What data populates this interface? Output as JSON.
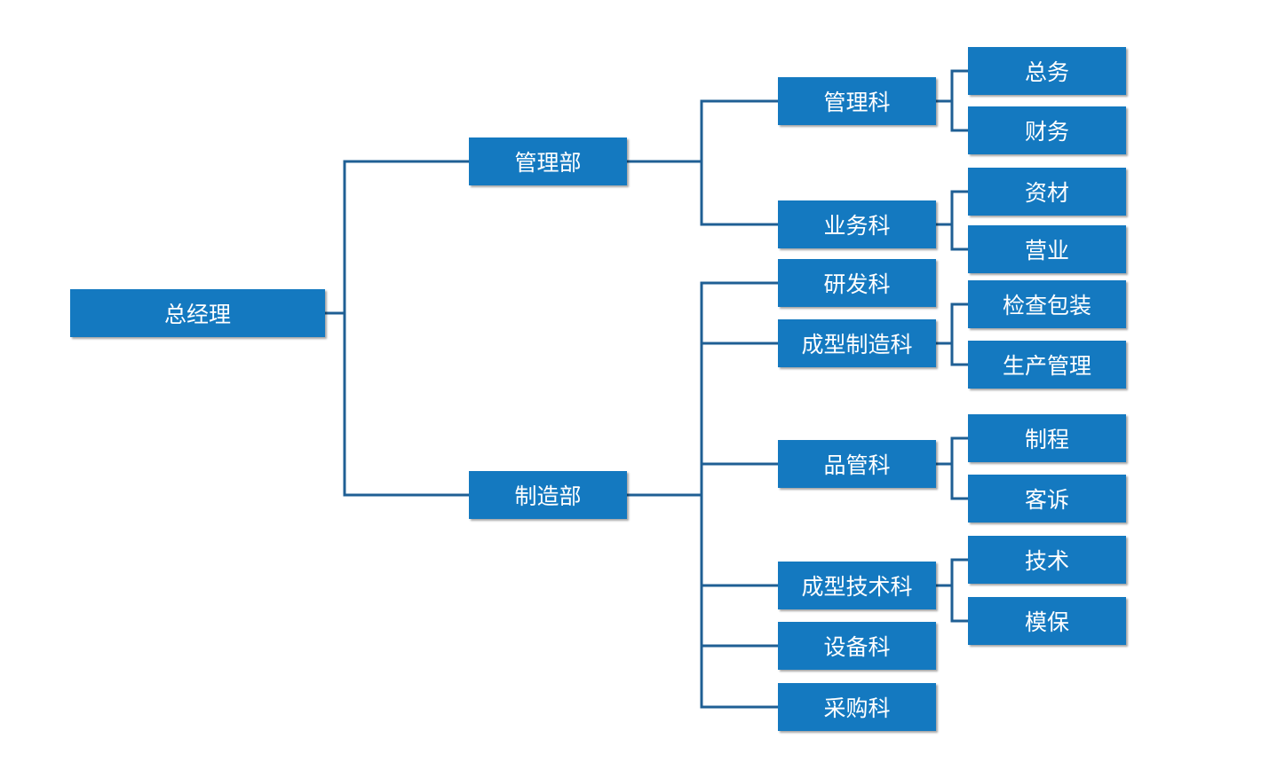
{
  "colors": {
    "box_fill": "#1479c0",
    "connector": "#1f5f94",
    "text": "#ffffff"
  },
  "root": {
    "label": "总经理"
  },
  "departments": [
    {
      "label": "管理部",
      "sections": [
        {
          "label": "管理科",
          "units": [
            "总务",
            "财务"
          ]
        },
        {
          "label": "业务科",
          "units": [
            "资材",
            "营业"
          ]
        }
      ]
    },
    {
      "label": "制造部",
      "sections": [
        {
          "label": "研发科",
          "units": []
        },
        {
          "label": "成型制造科",
          "units": [
            "检查包装",
            "生产管理"
          ]
        },
        {
          "label": "品管科",
          "units": [
            "制程",
            "客诉"
          ]
        },
        {
          "label": "成型技术科",
          "units": [
            "技术",
            "模保"
          ]
        },
        {
          "label": "设备科",
          "units": []
        },
        {
          "label": "采购科",
          "units": []
        }
      ]
    }
  ]
}
